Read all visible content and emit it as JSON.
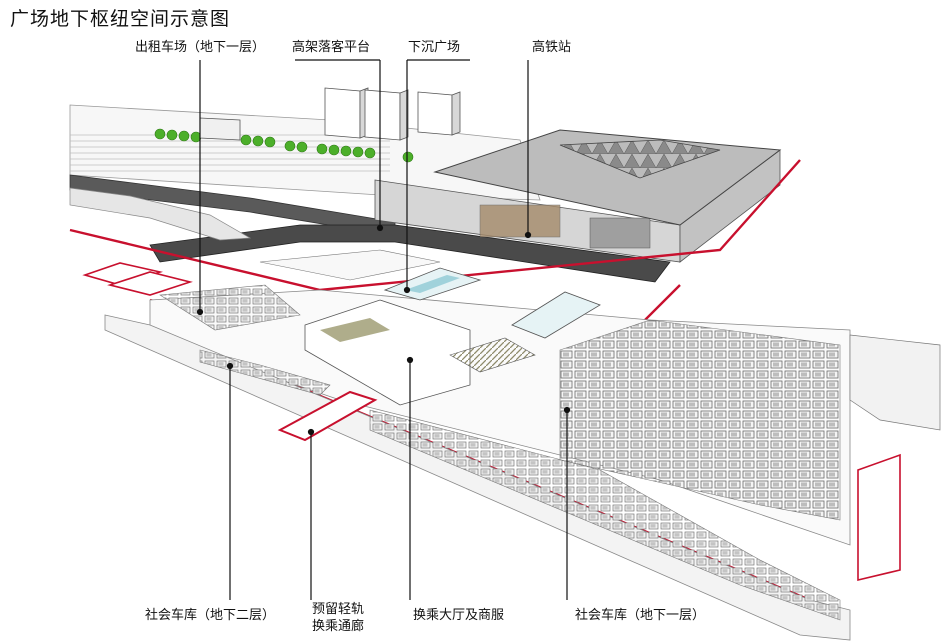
{
  "title": "广场地下枢纽空间示意图",
  "labels": {
    "taxi": "出租车场（地下一层）",
    "elevated": "高架落客平台",
    "sunken": "下沉广场",
    "hsr": "高铁站",
    "garage_b2": "社会车库（地下二层）",
    "lightrail_l1": "预留轻轨",
    "lightrail_l2": "换乘通廊",
    "hall": "换乘大厅及商服",
    "garage_b1": "社会车库（地下一层）"
  },
  "colors": {
    "slab_edge": "#c8102e",
    "leader": "#111111",
    "roof": "#b8b8b8",
    "tree": "#4caf2a",
    "car": "#9a9a9a"
  }
}
